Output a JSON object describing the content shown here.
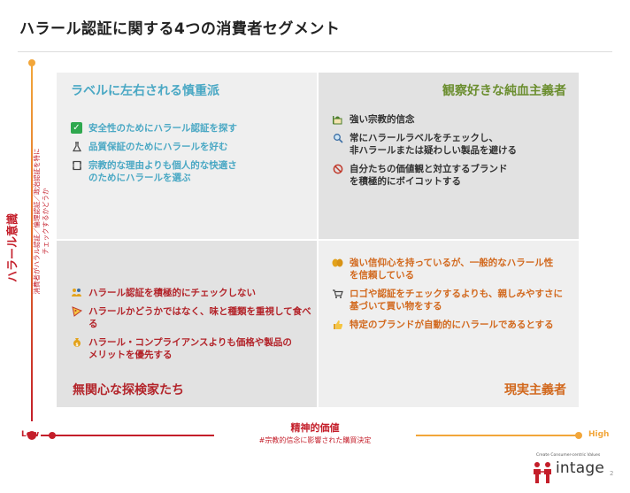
{
  "title": "ハラール認証に関する4つの消費者セグメント",
  "quadrants": {
    "top_left": {
      "title": "ラベルに左右される慎重派",
      "items": [
        {
          "icon": "check-icon",
          "text": "安全性のためにハラール認証を探す"
        },
        {
          "icon": "flask-icon",
          "text": "品質保証のためにハラールを好む"
        },
        {
          "icon": "document-icon",
          "text": "宗教的な理由よりも個人的な快適さ\nのためにハラールを選ぶ"
        }
      ]
    },
    "top_right": {
      "title": "観察好きな純血主義者",
      "items": [
        {
          "icon": "mosque-icon",
          "text": "強い宗教的信念"
        },
        {
          "icon": "magnifier-icon",
          "text": "常にハラールラベルをチェックし、\n非ハラールまたは疑わしい製品を避ける"
        },
        {
          "icon": "prohibited-icon",
          "text": "自分たちの価値観と対立するブランド\nを積極的にボイコットする"
        }
      ]
    },
    "bottom_left": {
      "title": "無関心な探検家たち",
      "items": [
        {
          "icon": "people-icon",
          "text": "ハラール認証を積極的にチェックしない"
        },
        {
          "icon": "pizza-icon",
          "text": "ハラールかどうかではなく、味と種類を重視して食べる"
        },
        {
          "icon": "coin-bag-icon",
          "text": "ハラール・コンプライアンスよりも価格や製品の\nメリットを優先する"
        }
      ]
    },
    "bottom_right": {
      "title": "現実主義者",
      "items": [
        {
          "icon": "praying-hands-icon",
          "text": "強い信仰心を持っているが、一般的なハラール性\nを信頼している"
        },
        {
          "icon": "cart-icon",
          "text": "ロゴや認証をチェックするよりも、親しみやすさに\n基づいて買い物をする"
        },
        {
          "icon": "thumbs-up-icon",
          "text": "特定のブランドが自動的にハラールであるとする"
        }
      ]
    }
  },
  "y_axis": {
    "label": "ハラール意識",
    "sublabel": "消費者がハラル認証／倫理認証／政治認証を特に\nチェックするかどうか"
  },
  "x_axis": {
    "label": "精神的価値",
    "sublabel": "#宗教的信念に影響された購買決定",
    "low": "Low",
    "high": "High"
  },
  "footer": {
    "logo_tagline": "Create Consumer-centric Values",
    "logo_text": "intage",
    "page_number": "2"
  },
  "colors": {
    "top_left": "#4aa8c4",
    "top_right": "#6b8e2f",
    "bottom_left": "#b3242a",
    "bottom_right": "#d2691e",
    "axis_low": "#c41e2a",
    "axis_high": "#f2a63a"
  }
}
